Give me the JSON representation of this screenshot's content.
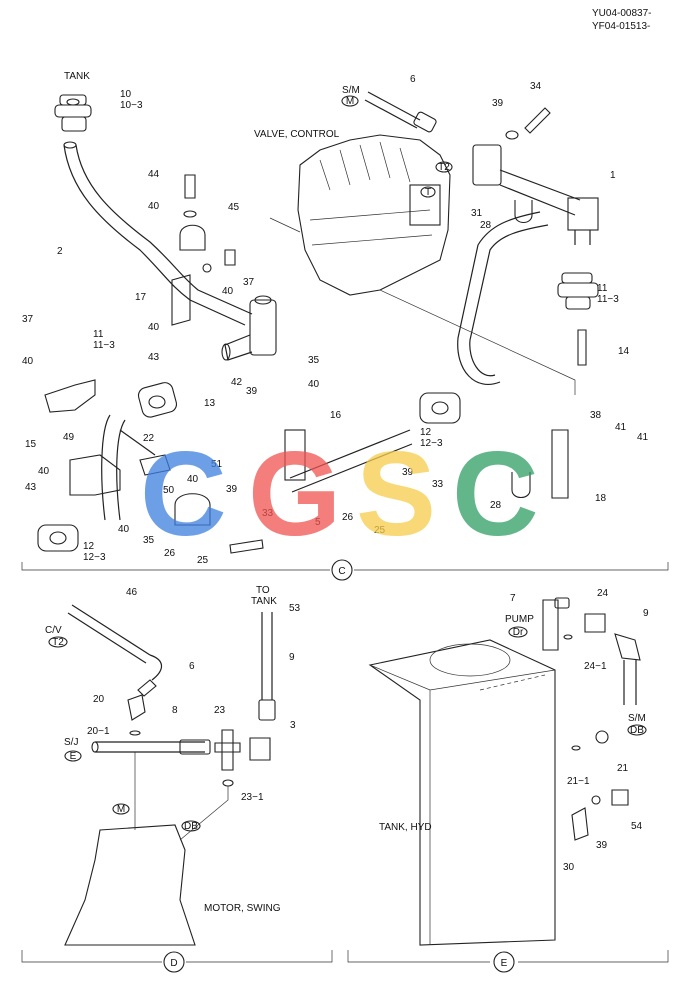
{
  "header": {
    "code1": "YU04-00837-",
    "code2": "YF04-01513-"
  },
  "section_c": {
    "marker": "C",
    "component_labels": {
      "tank": "TANK",
      "valve_control": "VALVE, CONTROL",
      "sm": "S/M"
    },
    "badges": {
      "m": "M",
      "t2": "T2",
      "t": "T"
    },
    "callouts": {
      "c10": "10",
      "c10_3": "10−3",
      "c6": "6",
      "c34": "34",
      "c39a": "39",
      "c1": "1",
      "c44": "44",
      "c40a": "40",
      "c45": "45",
      "c2": "2",
      "c37a": "37",
      "c31": "31",
      "c28a": "28",
      "c17": "17",
      "c40b": "40",
      "c11a": "11",
      "c11_3a": "11−3",
      "c37b": "37",
      "c40c": "40",
      "c43a": "43",
      "c14": "14",
      "c40d": "40",
      "c11b": "11",
      "c11_3b": "11−3",
      "c35a": "35",
      "c42": "42",
      "c39b": "39",
      "c40e": "40",
      "c13": "13",
      "c16": "16",
      "c15": "15",
      "c38": "38",
      "c41a": "41",
      "c41b": "41",
      "c49": "49",
      "c22": "22",
      "c51": "51",
      "c12a": "12",
      "c12_3a": "12−3",
      "c40f": "40",
      "c50": "50",
      "c40g": "40",
      "c39c": "39",
      "c39d": "39",
      "c33a": "33",
      "c43b": "43",
      "c5": "5",
      "c26a": "26",
      "c28b": "28",
      "c18": "18",
      "c40h": "40",
      "c35b": "35",
      "c26b": "26",
      "c33b": "33",
      "c25a": "25",
      "c25b": "25",
      "c12b": "12",
      "c12_3b": "12−3"
    }
  },
  "section_d": {
    "marker": "D",
    "component_labels": {
      "cv": "C/V",
      "to_tank_1": "TO",
      "to_tank_2": "TANK",
      "sj": "S/J",
      "motor_swing": "MOTOR, SWING"
    },
    "badges": {
      "t2": "T2",
      "e": "E",
      "m": "M",
      "db": "DB"
    },
    "callouts": {
      "c46": "46",
      "c53": "53",
      "c9": "9",
      "c6": "6",
      "c20": "20",
      "c8": "8",
      "c23": "23",
      "c3": "3",
      "c20_1": "20−1",
      "c23_1": "23−1"
    }
  },
  "section_e": {
    "marker": "E",
    "component_labels": {
      "pump": "PUMP",
      "sm": "S/M",
      "tank_hyd": "TANK, HYD"
    },
    "badges": {
      "dr": "Dr",
      "db": "DB"
    },
    "callouts": {
      "c7": "7",
      "c24": "24",
      "c9": "9",
      "c24_1": "24−1",
      "c21_1": "21−1",
      "c21": "21",
      "c54": "54",
      "c39": "39",
      "c30": "30"
    }
  },
  "watermark": {
    "letters": [
      "C",
      "G",
      "S",
      "C"
    ],
    "colors": [
      "#3d7fe0",
      "#ef5350",
      "#f7cd4a",
      "#2e9e63"
    ]
  }
}
